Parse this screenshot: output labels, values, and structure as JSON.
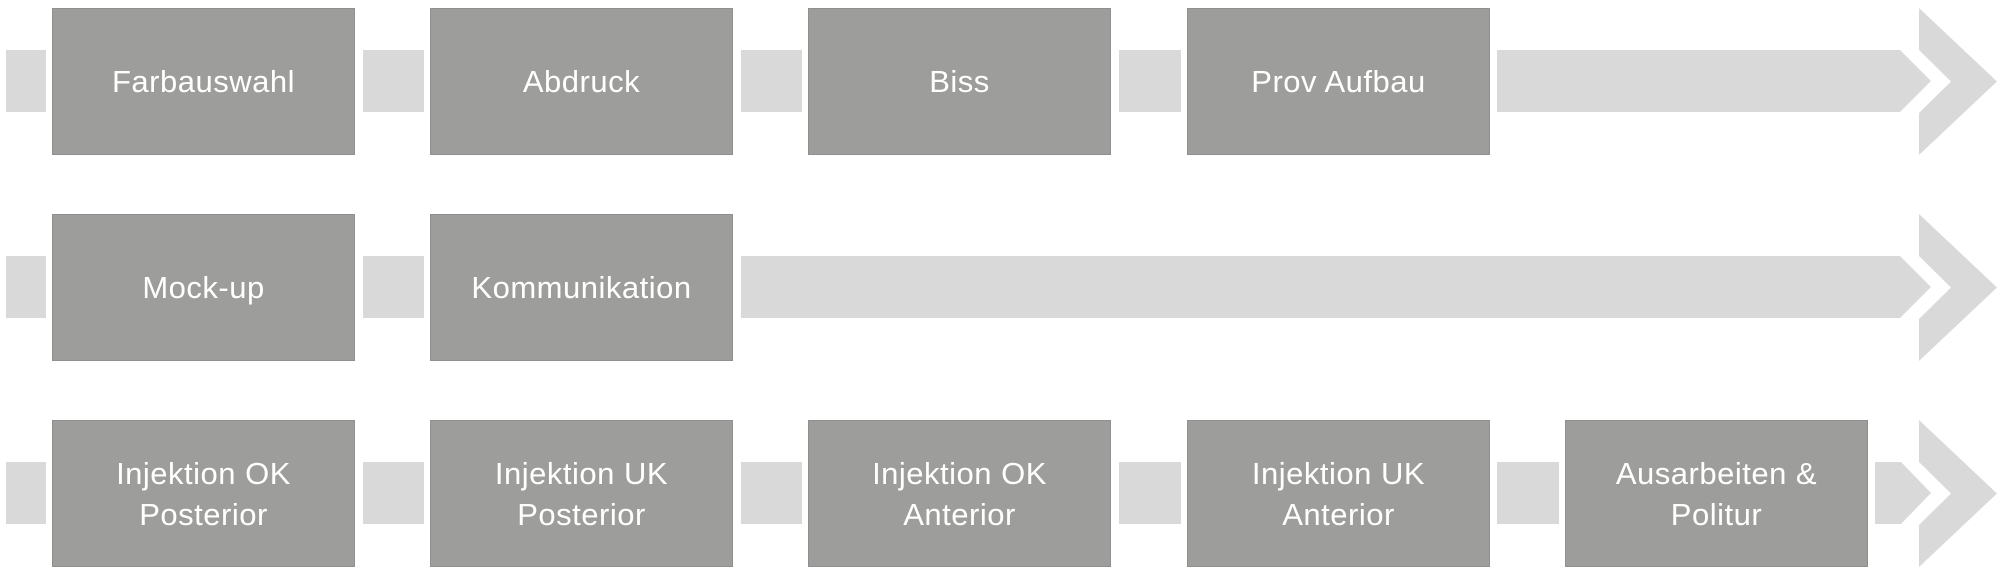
{
  "diagram": {
    "rows": [
      {
        "steps": [
          "Farbauswahl",
          "Abdruck",
          "Biss",
          "Prov Aufbau"
        ]
      },
      {
        "steps": [
          "Mock-up",
          "Kommunikation"
        ]
      },
      {
        "steps": [
          "Injektion OK\nPosterior",
          "Injektion UK\nPosterior",
          "Injektion OK\nAnterior",
          "Injektion UK\nAnterior",
          "Ausarbeiten &\nPolitur"
        ]
      }
    ],
    "colors": {
      "step_fill": "#9d9d9b",
      "connector_fill": "#d9d9d9",
      "text": "#ffffff"
    }
  }
}
